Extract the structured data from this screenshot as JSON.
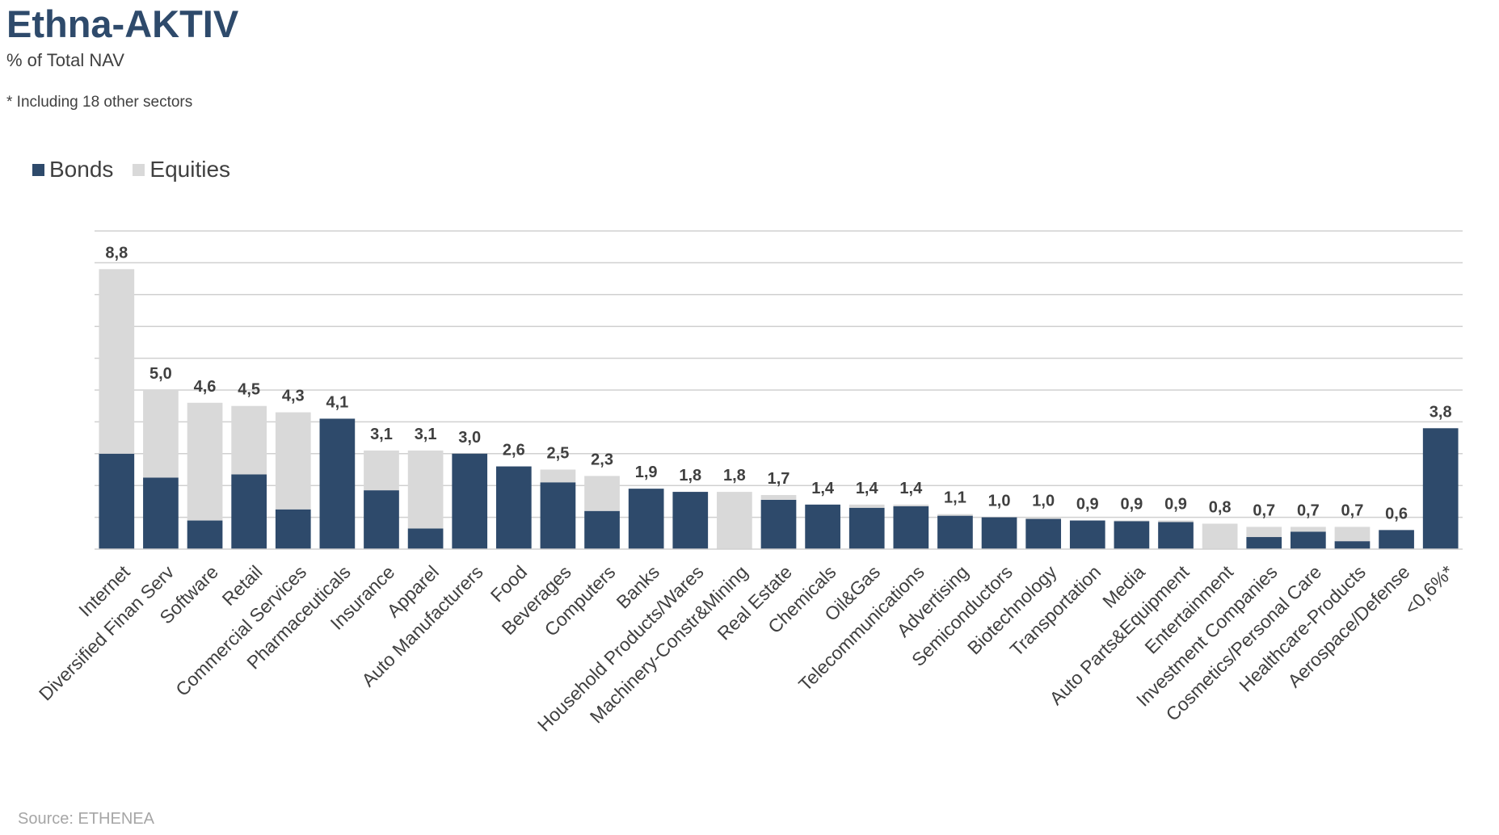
{
  "header": {
    "title": "Ethna-AKTIV",
    "subtitle": "% of Total NAV",
    "note": "* Including 18 other sectors"
  },
  "source": "Source: ETHENEA",
  "colors": {
    "bonds": "#2e4a6b",
    "equities": "#d9d9d9",
    "grid": "#d0d0d0"
  },
  "chart_data": {
    "type": "bar",
    "stacked": true,
    "legend_position": "top-left",
    "grid": true,
    "ylim": [
      0,
      10
    ],
    "categories": [
      "Internet",
      "Diversified Finan Serv",
      "Software",
      "Retail",
      "Commercial Services",
      "Pharmaceuticals",
      "Insurance",
      "Apparel",
      "Auto Manufacturers",
      "Food",
      "Beverages",
      "Computers",
      "Banks",
      "Household Products/Wares",
      "Machinery-Constr&Mining",
      "Real Estate",
      "Chemicals",
      "Oil&Gas",
      "Telecommunications",
      "Advertising",
      "Semiconductors",
      "Biotechnology",
      "Transportation",
      "Media",
      "Auto Parts&Equipment",
      "Entertainment",
      "Investment Companies",
      "Cosmetics/Personal Care",
      "Healthcare-Products",
      "Aerospace/Defense",
      "<0,6%*"
    ],
    "series": [
      {
        "name": "Bonds",
        "values": [
          3.0,
          2.25,
          0.9,
          2.35,
          1.25,
          4.1,
          1.85,
          0.65,
          3.0,
          2.6,
          2.1,
          1.2,
          1.9,
          1.8,
          0.0,
          1.55,
          1.4,
          1.3,
          1.35,
          1.05,
          1.0,
          0.95,
          0.9,
          0.88,
          0.85,
          0.0,
          0.38,
          0.55,
          0.25,
          0.6,
          3.8
        ]
      },
      {
        "name": "Equities",
        "values": [
          5.8,
          2.75,
          3.7,
          2.15,
          3.05,
          0.0,
          1.25,
          2.45,
          0.0,
          0.0,
          0.4,
          1.1,
          0.0,
          0.0,
          1.8,
          0.15,
          0.0,
          0.1,
          0.05,
          0.05,
          0.0,
          0.05,
          0.0,
          0.02,
          0.05,
          0.8,
          0.32,
          0.15,
          0.45,
          0.0,
          0.0
        ]
      }
    ],
    "totals": [
      "8,8",
      "5,0",
      "4,6",
      "4,5",
      "4,3",
      "4,1",
      "3,1",
      "3,1",
      "3,0",
      "2,6",
      "2,5",
      "2,3",
      "1,9",
      "1,8",
      "1,8",
      "1,7",
      "1,4",
      "1,4",
      "1,4",
      "1,1",
      "1,0",
      "1,0",
      "0,9",
      "0,9",
      "0,9",
      "0,8",
      "0,7",
      "0,7",
      "0,7",
      "0,6",
      "3,8"
    ]
  }
}
